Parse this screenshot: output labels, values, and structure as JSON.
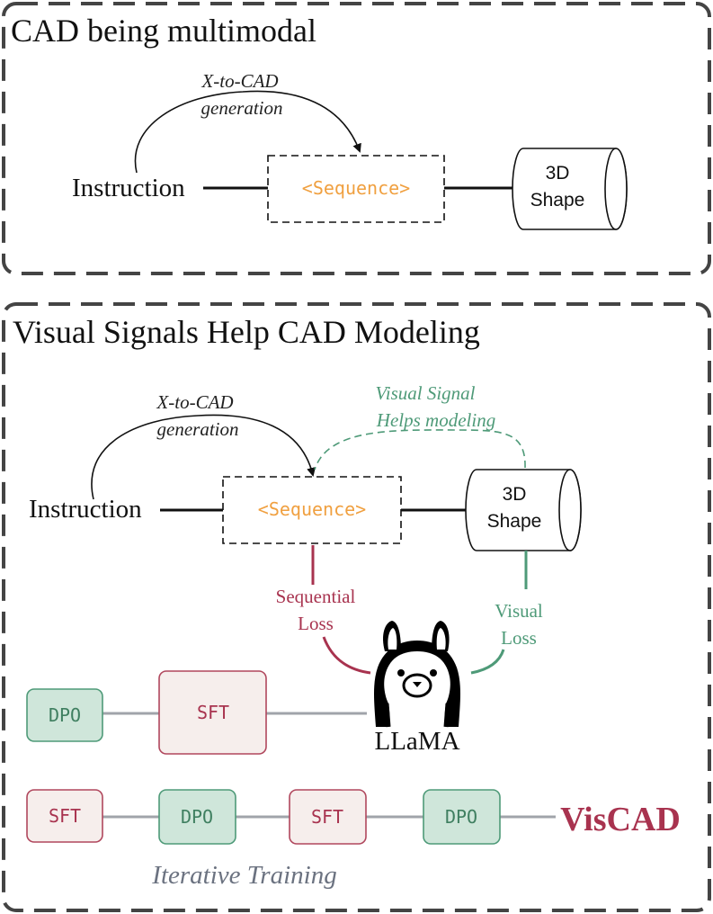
{
  "panel1": {
    "title": "CAD being multimodal",
    "arrow_label_line1": "X-to-CAD",
    "arrow_label_line2": "generation",
    "instruction": "Instruction",
    "sequence": "<Sequence>",
    "shape_line1": "3D",
    "shape_line2": "Shape"
  },
  "panel2": {
    "title": "Visual Signals Help CAD Modeling",
    "arrow_label_line1": "X-to-CAD",
    "arrow_label_line2": "generation",
    "visual_signal_line1": "Visual Signal",
    "visual_signal_line2": "Helps modeling",
    "instruction": "Instruction",
    "sequence": "<Sequence>",
    "shape_line1": "3D",
    "shape_line2": "Shape",
    "seq_loss_line1": "Sequential",
    "seq_loss_line2": "Loss",
    "vis_loss_line1": "Visual",
    "vis_loss_line2": "Loss",
    "llama_label": "LLaMA",
    "row1": [
      "DPO",
      "SFT"
    ],
    "row2": [
      "SFT",
      "DPO",
      "SFT",
      "DPO"
    ],
    "result": "VisCAD",
    "iterative": "Iterative Training"
  },
  "colors": {
    "orange": "#f0a040",
    "green": "#4e9a78",
    "red": "#a8334f",
    "dpo_fill": "#cfe6da",
    "dpo_stroke": "#4e9a78",
    "sft_fill": "#f6eeec",
    "sft_stroke": "#b0475d",
    "connector": "#a0a4aa",
    "gray_text": "#6b7280"
  }
}
